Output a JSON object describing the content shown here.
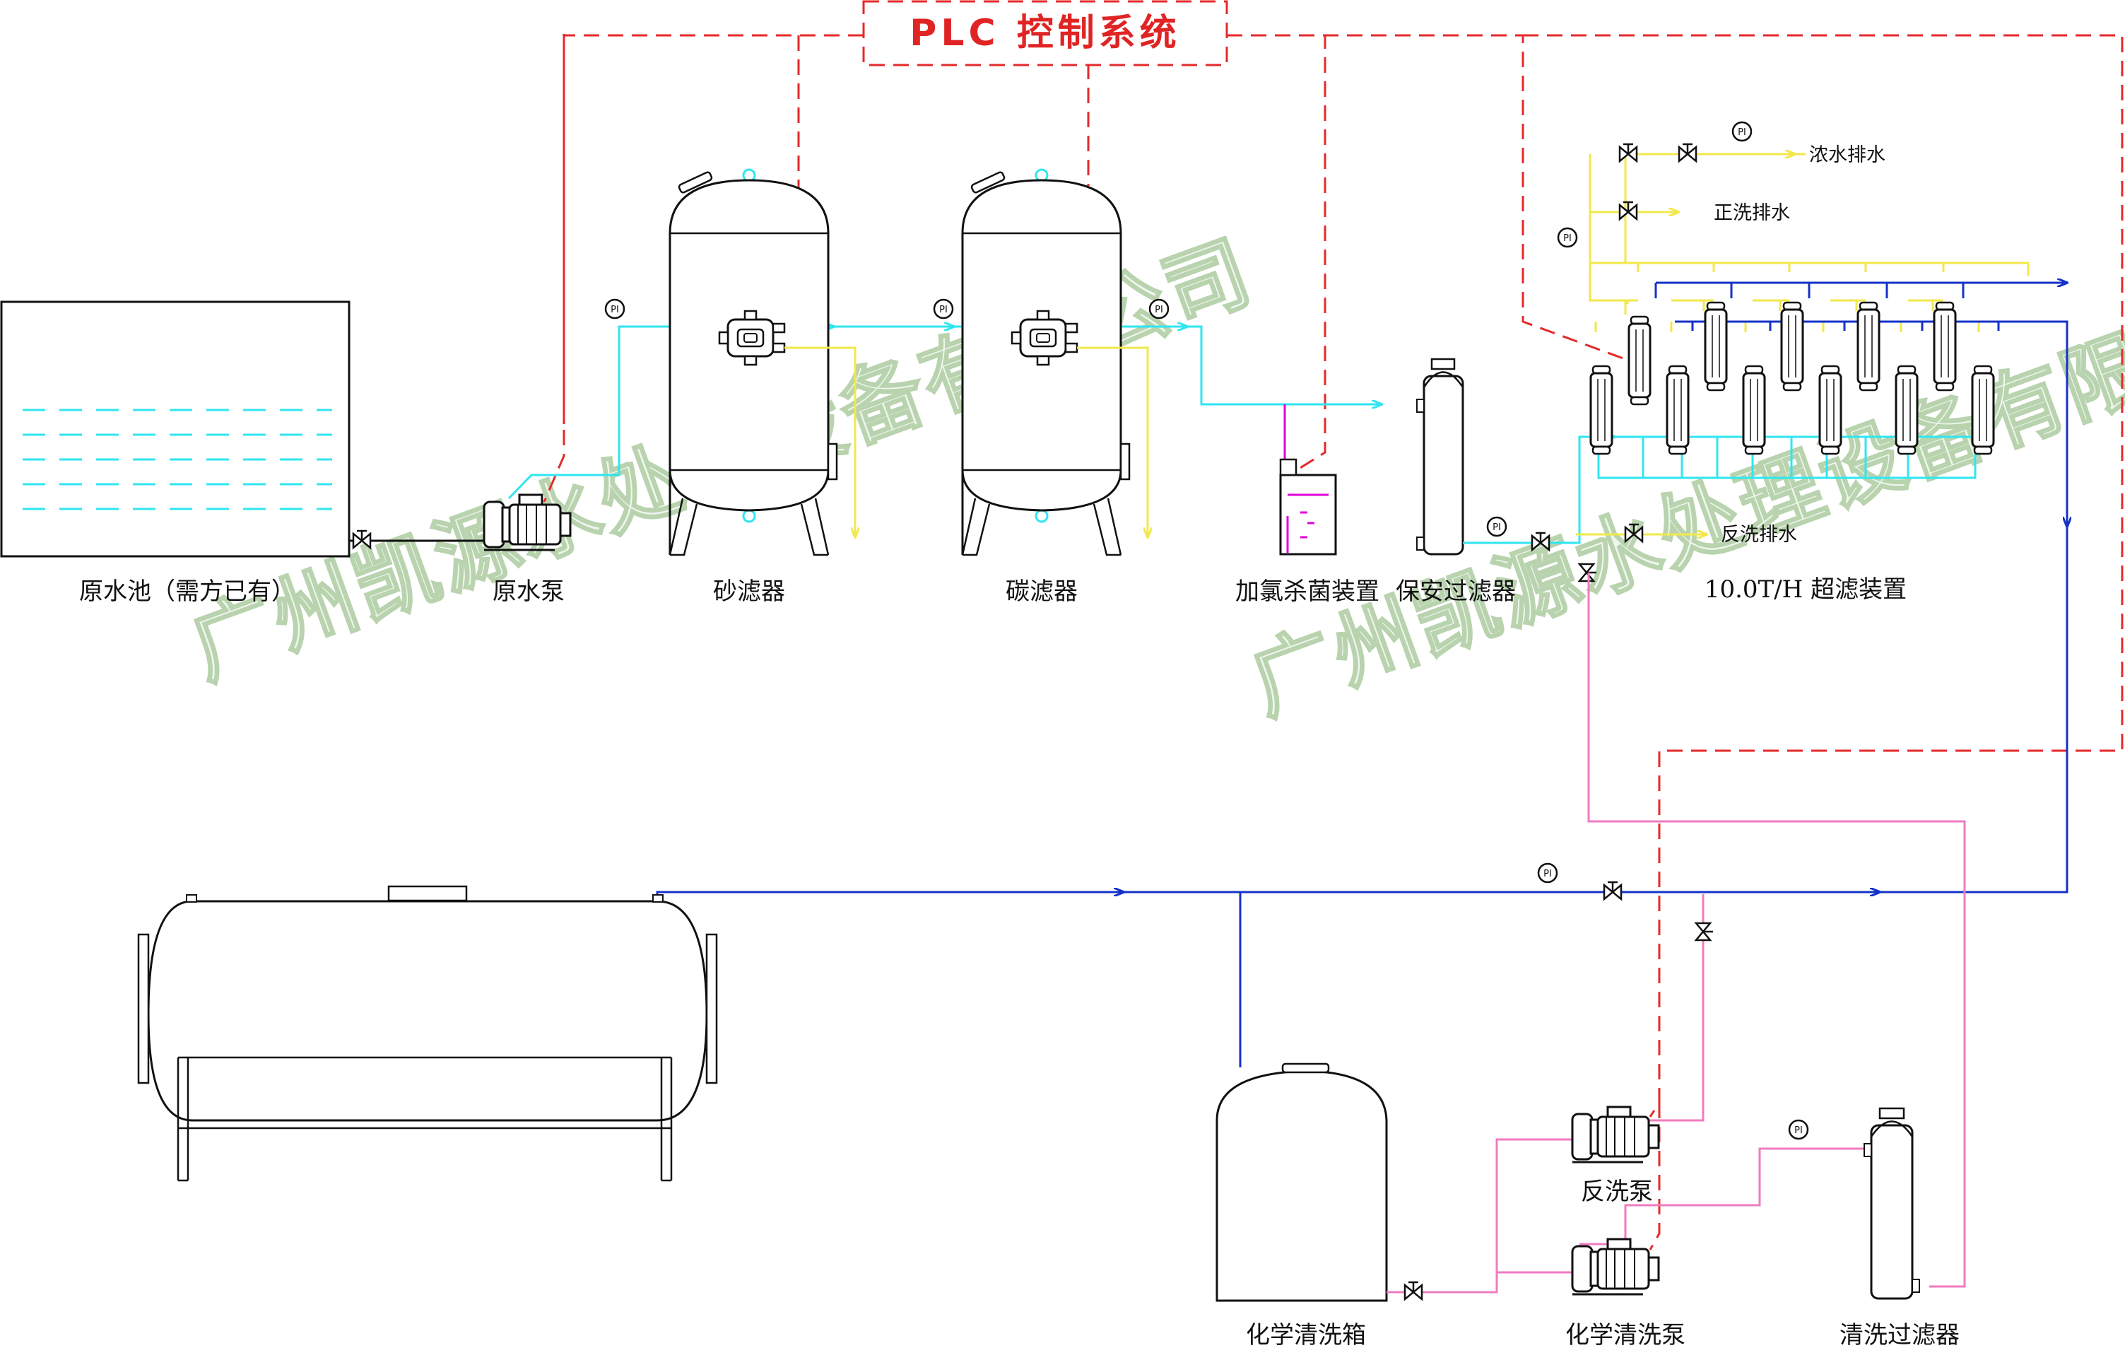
{
  "plc": {
    "label": "PLC 控制系统"
  },
  "equipment": {
    "raw_tank": "原水池（需方已有）",
    "raw_pump": "原水泵",
    "sand_filter": "砂滤器",
    "carbon_filter": "碳滤器",
    "chlorine": "加氯杀菌装置",
    "security_filter": "保安过滤器",
    "uf_device": "10.0T/H  超滤装置",
    "backwash_pump": "反洗泵",
    "chem_tank": "化学清洗箱",
    "chem_pump": "化学清洗泵",
    "clean_filter": "清洗过滤器"
  },
  "drains": {
    "concentrate": "浓水排水",
    "forward_wash": "正洗排水",
    "backwash": "反洗排水"
  },
  "gauge_label": "PI",
  "watermark": "广州凯源水处理设备有限公司",
  "colors": {
    "raw_water": "#2fe6f0",
    "drain": "#f2e84a",
    "product_water": "#1432c8",
    "cleaning": "#f07bc0",
    "dosing": "#e000d8",
    "control": "#e52a2a"
  }
}
